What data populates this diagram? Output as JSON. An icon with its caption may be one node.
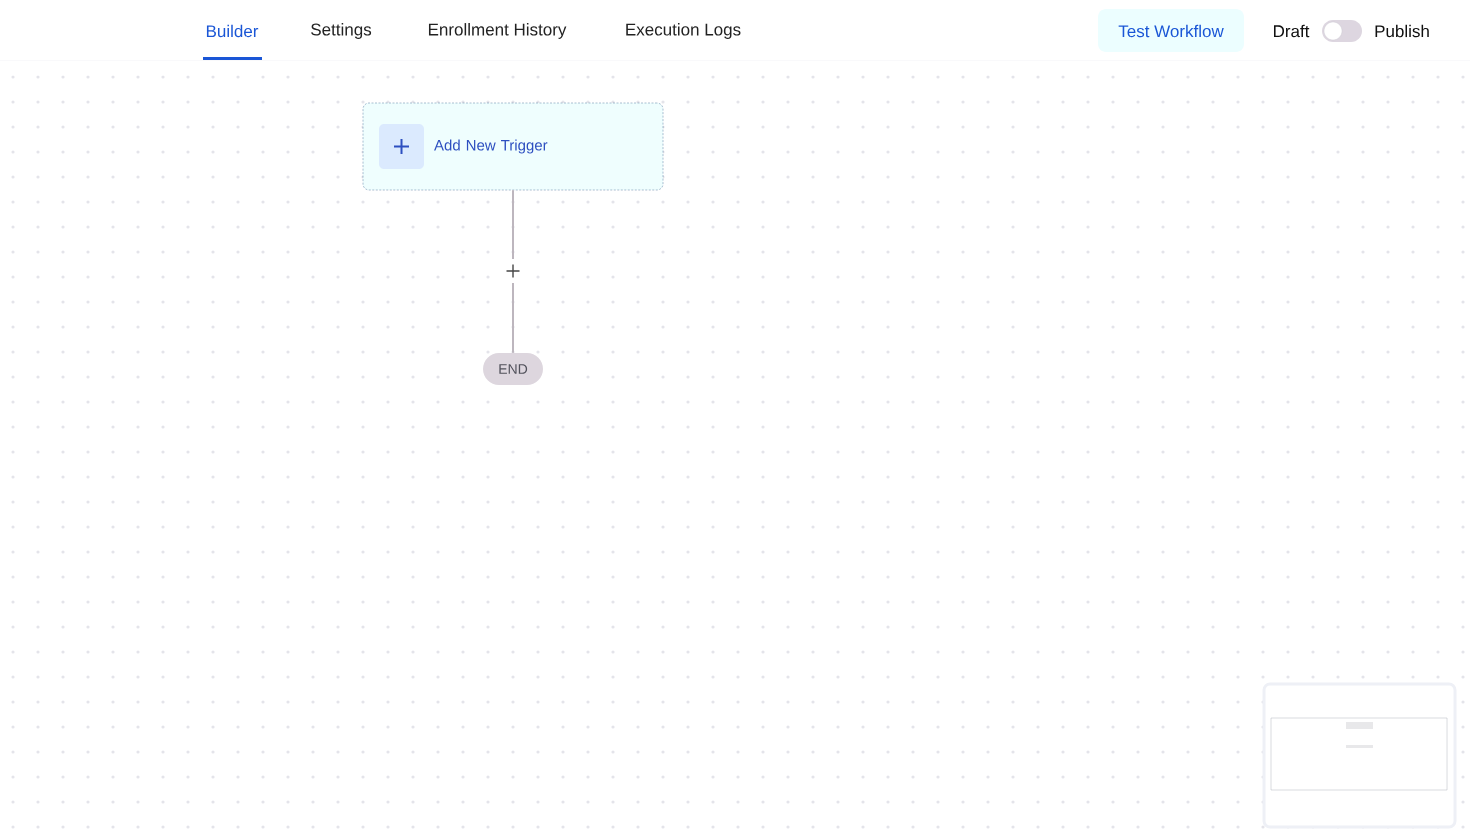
{
  "diagram": {
    "nodes": [
      {
        "text": [
          "Add New Trigger"
        ]
      },
      {
        "text": [
          "END"
        ]
      }
    ],
    "edges": [
      {
        "from": 0,
        "to": 1,
        "arrow": "none"
      }
    ],
    "labels": [
      "Builder",
      "Settings",
      "Enrollment History",
      "Execution Logs",
      "Test Workflow",
      "Draft",
      "Publish"
    ]
  }
}
